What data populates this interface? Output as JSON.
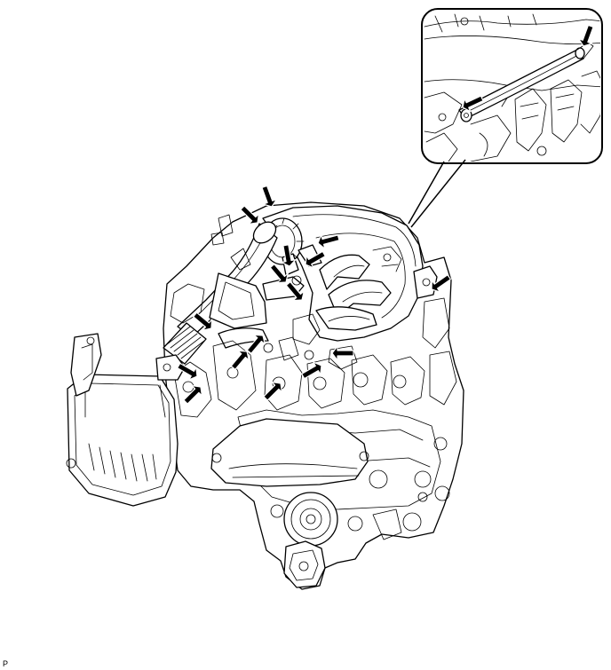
{
  "figure": {
    "code_label": "P",
    "colors": {
      "line": "#000000",
      "background": "#ffffff",
      "arrow": "#000000"
    },
    "icons": [
      "pointer-arrow-icon"
    ],
    "arrow_count": {
      "main": 16,
      "detail": 2
    }
  }
}
